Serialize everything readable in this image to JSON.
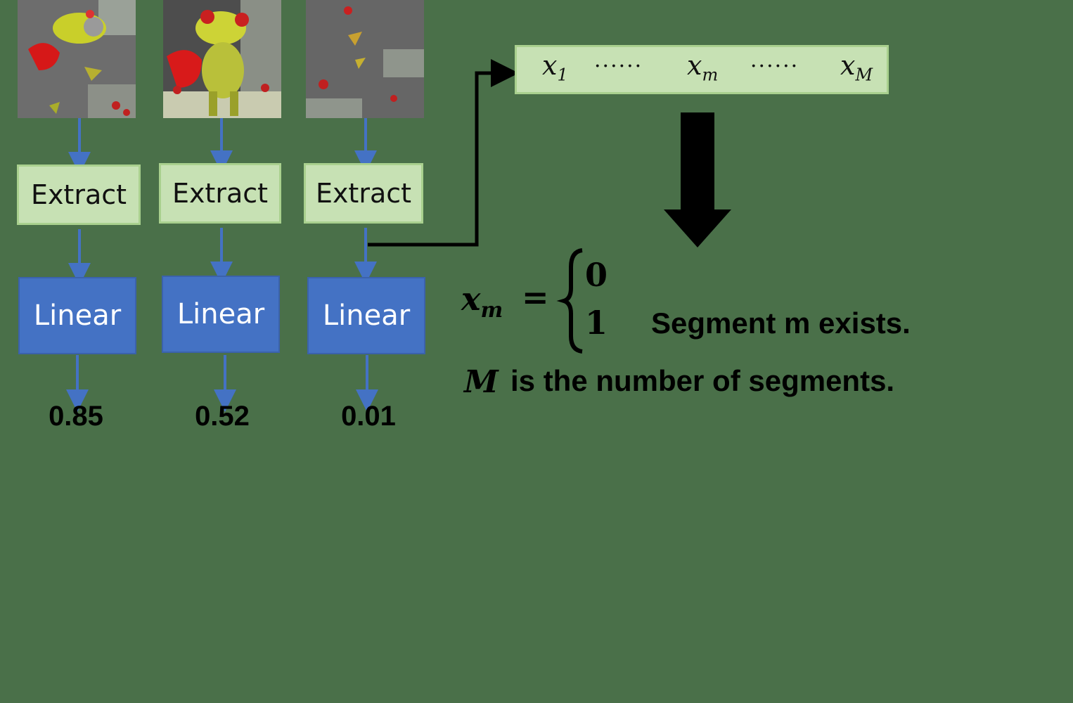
{
  "pipeline": {
    "columns": [
      {
        "extract_label": "Extract",
        "linear_label": "Linear",
        "score": "0.85"
      },
      {
        "extract_label": "Extract",
        "linear_label": "Linear",
        "score": "0.52"
      },
      {
        "extract_label": "Extract",
        "linear_label": "Linear",
        "score": "0.01"
      }
    ]
  },
  "vector": {
    "first": "x",
    "first_sub": "1",
    "dots1": "······",
    "middle": "x",
    "middle_sub": "m",
    "dots2": "······",
    "last": "x",
    "last_sub": "M"
  },
  "formula": {
    "lhs": "x",
    "lhs_sub": "m",
    "equals": "=",
    "case0": "0",
    "case1": "1",
    "case1_text": "Segment m exists.",
    "footnote_symbol": "M",
    "footnote_text": "is the number of segments."
  },
  "colors": {
    "background": "#4a7049",
    "extract_fill": "#c7e1b4",
    "linear_fill": "#4472c4",
    "arrow_blue": "#4472c4"
  }
}
